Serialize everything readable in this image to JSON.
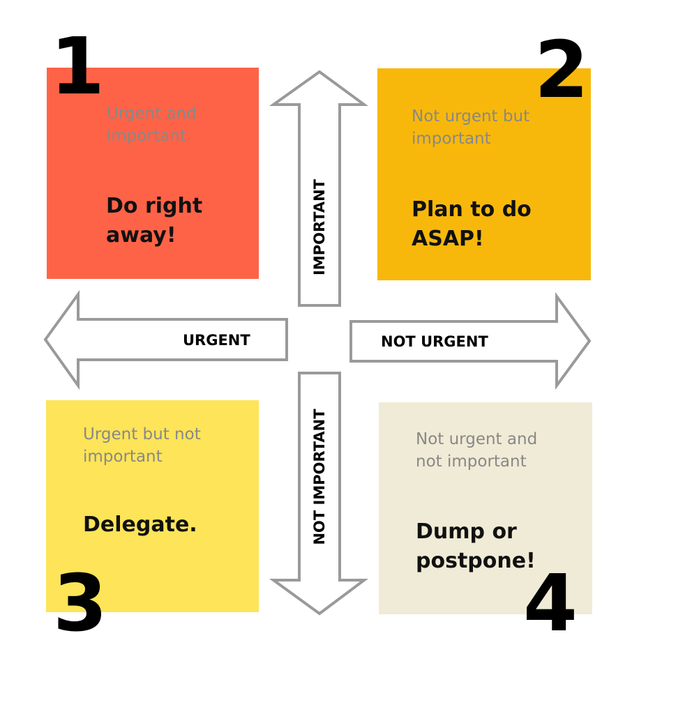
{
  "diagram": {
    "quadrants": [
      {
        "number": "1",
        "subtitle_line1": "Urgent and",
        "subtitle_line2": "important",
        "action_line1": "Do right",
        "action_line2": "away!",
        "color": "#ff6347"
      },
      {
        "number": "2",
        "subtitle_line1": "Not urgent but",
        "subtitle_line2": "important",
        "action_line1": "Plan to do",
        "action_line2": "ASAP!",
        "color": "#f8b80b"
      },
      {
        "number": "3",
        "subtitle_line1": "Urgent but not",
        "subtitle_line2": "important",
        "action_line1": "Delegate.",
        "action_line2": "",
        "color": "#fde458"
      },
      {
        "number": "4",
        "subtitle_line1": "Not urgent and",
        "subtitle_line2": "not important",
        "action_line1": "Dump or",
        "action_line2": "postpone!",
        "color": "#f0ebd6"
      }
    ],
    "arrows": {
      "important": "IMPORTANT",
      "not_important": "NOT IMPORTANT",
      "urgent": "URGENT",
      "not_urgent": "NOT URGENT"
    },
    "arrow_stroke_color": "#9a9a9a"
  }
}
